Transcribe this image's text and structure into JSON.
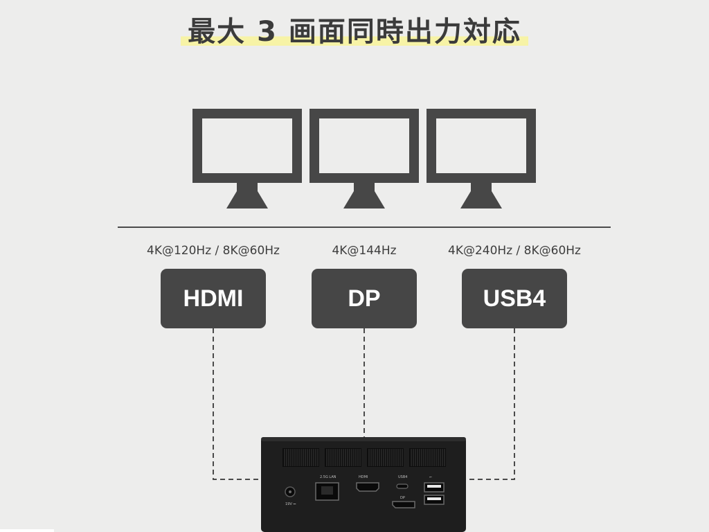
{
  "title": "最大 3 画面同時出力対応",
  "monitor_count": 3,
  "outputs": [
    {
      "port": "HDMI",
      "spec": "4K@120Hz / 8K@60Hz"
    },
    {
      "port": "DP",
      "spec": "4K@144Hz"
    },
    {
      "port": "USB4",
      "spec": "4K@240Hz / 8K@60Hz"
    }
  ],
  "device": {
    "port_labels": {
      "power": "19V ⎓",
      "lan": "2.5G LAN",
      "hdmi": "HDMI",
      "usbc": "USB4",
      "dp": "DP",
      "usb_a": "⭠"
    }
  },
  "colors": {
    "background": "#ededec",
    "monitor": "#474747",
    "port_box": "#464646",
    "title_highlight": "#f7f3a6",
    "device_body": "#1e1e1e"
  }
}
